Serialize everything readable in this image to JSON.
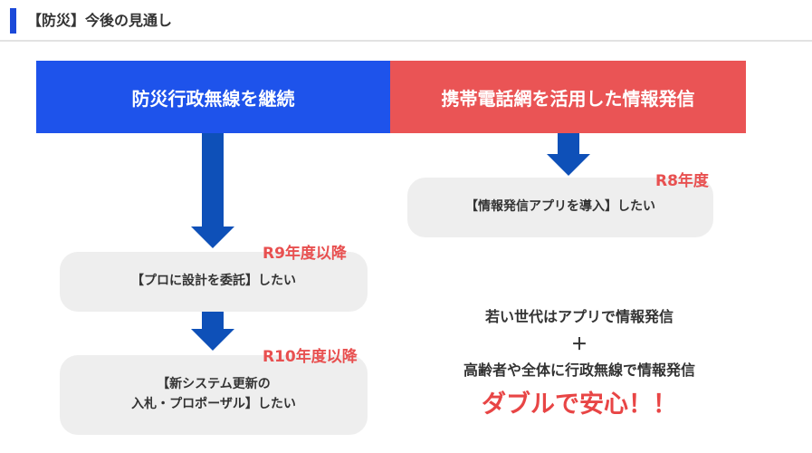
{
  "header": {
    "title": "【防災】今後の見通し"
  },
  "top_boxes": {
    "left": {
      "label": "防災行政無線を継続"
    },
    "right": {
      "label": "携帯電話網を活用した情報発信"
    }
  },
  "steps": {
    "app": {
      "year": "R8年度",
      "label": "【情報発信アプリを導入】したい"
    },
    "design": {
      "year": "R9年度以降",
      "label": "【プロに設計を委託】したい"
    },
    "update": {
      "year": "R10年度以降",
      "line1": "【新システム更新の",
      "line2": "入札・プロポーザル】したい"
    }
  },
  "summary": {
    "line1": "若い世代はアプリで情報発信",
    "plus": "＋",
    "line2": "高齢者や全体に行政無線で情報発信",
    "emphasis": "ダブルで安心！！"
  },
  "colors": {
    "header_accent": "#1b49d9",
    "left_box": "#1e53eb",
    "right_box": "#ea5455",
    "arrow": "#0e50b8",
    "year_text": "#e85050",
    "pill_bg": "#eeeeee"
  }
}
